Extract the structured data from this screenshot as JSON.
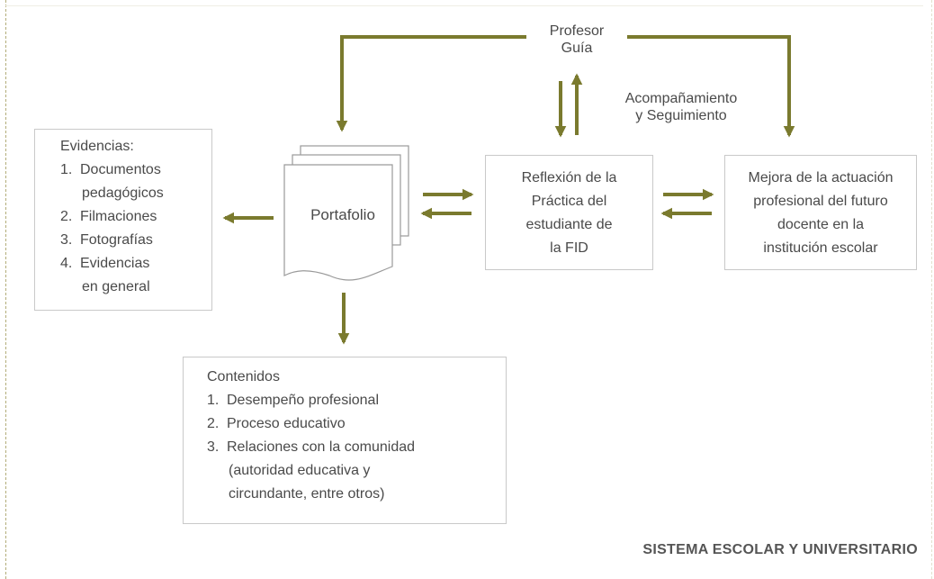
{
  "colors": {
    "arrow": "#7a7a2e",
    "box_border": "#c9c9c9",
    "text": "#4a4a4a"
  },
  "profesor": {
    "line1": "Profesor",
    "line2": "Guía"
  },
  "acompanamiento": {
    "line1": "Acompañamiento",
    "line2": "y Seguimiento"
  },
  "evidencias": {
    "title": "Evidencias:",
    "items": [
      {
        "num": "1.",
        "line1": "Documentos",
        "line2": "pedagógicos"
      },
      {
        "num": "2.",
        "line1": "Filmaciones"
      },
      {
        "num": "3.",
        "line1": "Fotografías"
      },
      {
        "num": "4.",
        "line1": "Evidencias",
        "line2": "en general"
      }
    ]
  },
  "portafolio": {
    "label": "Portafolio"
  },
  "reflexion": {
    "lines": [
      "Reflexión de la",
      "Práctica del",
      "estudiante de",
      "la FID"
    ]
  },
  "mejora": {
    "lines": [
      "Mejora de la actuación",
      "profesional del futuro",
      "docente en la",
      "institución escolar"
    ]
  },
  "contenidos": {
    "title": "Contenidos",
    "items": [
      {
        "num": "1.",
        "line1": "Desempeño profesional"
      },
      {
        "num": "2.",
        "line1": "Proceso educativo"
      },
      {
        "num": "3.",
        "line1": "Relaciones con la comunidad",
        "line2": "(autoridad educativa y",
        "line3": "circundante, entre otros)"
      }
    ]
  },
  "footer": "SISTEMA ESCOLAR Y UNIVERSITARIO"
}
